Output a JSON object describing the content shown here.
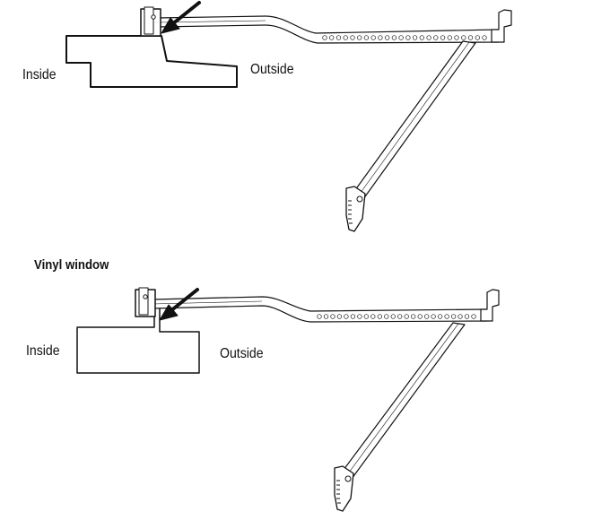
{
  "diagram_top": {
    "inside_label": "Inside",
    "outside_label": "Outside"
  },
  "diagram_bottom": {
    "heading": "Vinyl window",
    "inside_label": "Inside",
    "outside_label": "Outside"
  },
  "colors": {
    "line": "#111111",
    "fill": "#ffffff"
  },
  "icons": [
    "pointer-arrow-icon",
    "bracket-arm",
    "window-sill"
  ]
}
